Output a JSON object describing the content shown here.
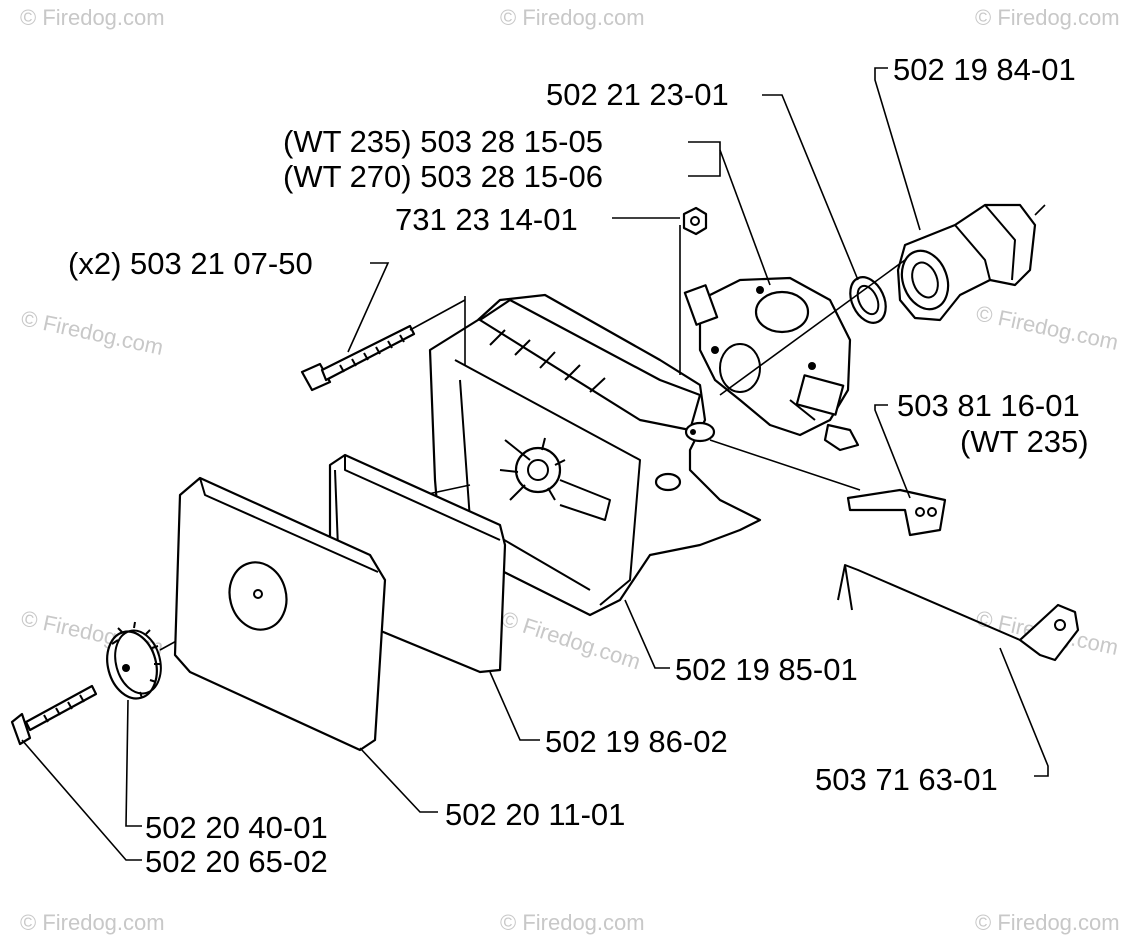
{
  "watermark": "© Firedog.com",
  "callouts": [
    {
      "id": "c1",
      "text": "502 19 84-01"
    },
    {
      "id": "c2",
      "text": "502 21 23-01"
    },
    {
      "id": "c3",
      "text": "(WT 235) 503 28 15-05"
    },
    {
      "id": "c4",
      "text": "(WT 270) 503 28 15-06"
    },
    {
      "id": "c5",
      "text": "731 23 14-01"
    },
    {
      "id": "c6",
      "text": "(x2) 503 21 07-50"
    },
    {
      "id": "c7",
      "text": "503 81 16-01"
    },
    {
      "id": "c8",
      "text": "(WT 235)"
    },
    {
      "id": "c9",
      "text": "502 19 85-01"
    },
    {
      "id": "c10",
      "text": "502 19 86-02"
    },
    {
      "id": "c11",
      "text": "502 20 11-01"
    },
    {
      "id": "c12",
      "text": "502 20 40-01"
    },
    {
      "id": "c13",
      "text": "502 20 65-02"
    },
    {
      "id": "c14",
      "text": "503 71 63-01"
    }
  ]
}
